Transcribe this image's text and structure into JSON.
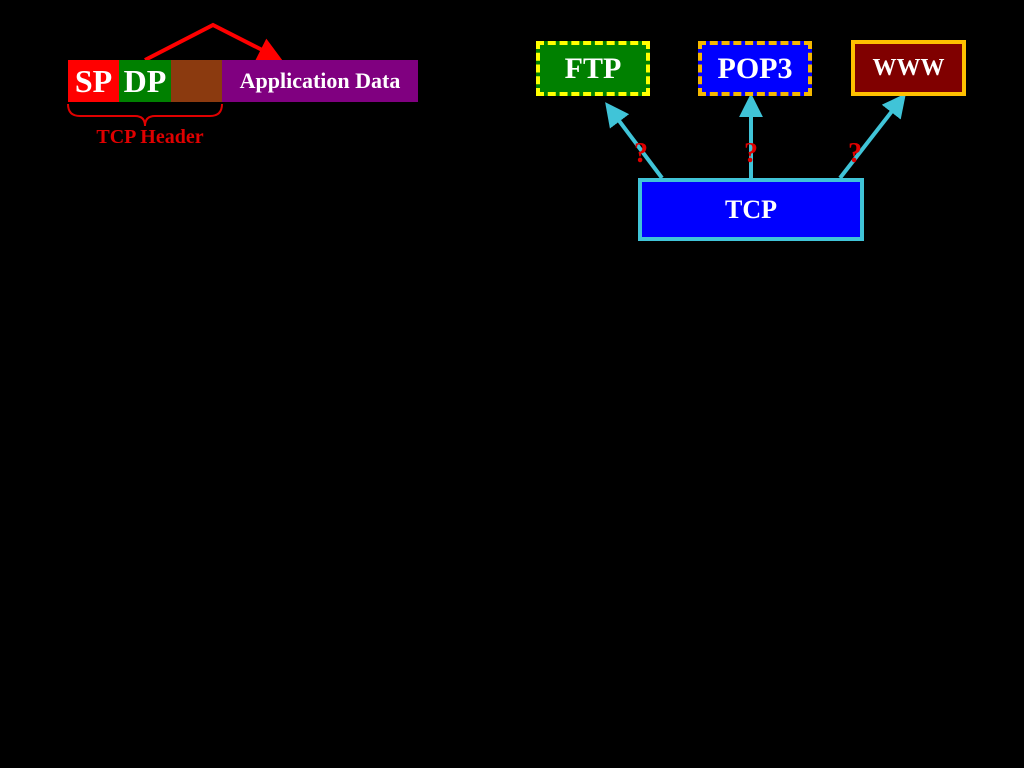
{
  "header_fields": {
    "sp": "SP",
    "dp": "DP",
    "other": "",
    "app_data": "Application Data"
  },
  "header_label": "TCP Header",
  "applications": {
    "ftp": "FTP",
    "pop3": "POP3",
    "www": "WWW"
  },
  "transport": "TCP",
  "question_marks": [
    "?",
    "?",
    "?"
  ],
  "colors": {
    "background": "#000000",
    "sp_fill": "#ff0000",
    "dp_fill": "#008000",
    "other_fill": "#8b3a0f",
    "app_data_fill": "#800080",
    "header_label": "#e00000",
    "ftp_fill": "#008000",
    "ftp_border": "#ffff00",
    "pop3_fill": "#0000ff",
    "pop3_border": "#f5b800",
    "www_fill": "#800000",
    "www_border": "#ffc000",
    "tcp_fill": "#0000ff",
    "tcp_border": "#40c4d8",
    "arrow_cyan": "#40c4d8",
    "arrow_red": "#ff0000",
    "question_mark": "#e00000"
  }
}
